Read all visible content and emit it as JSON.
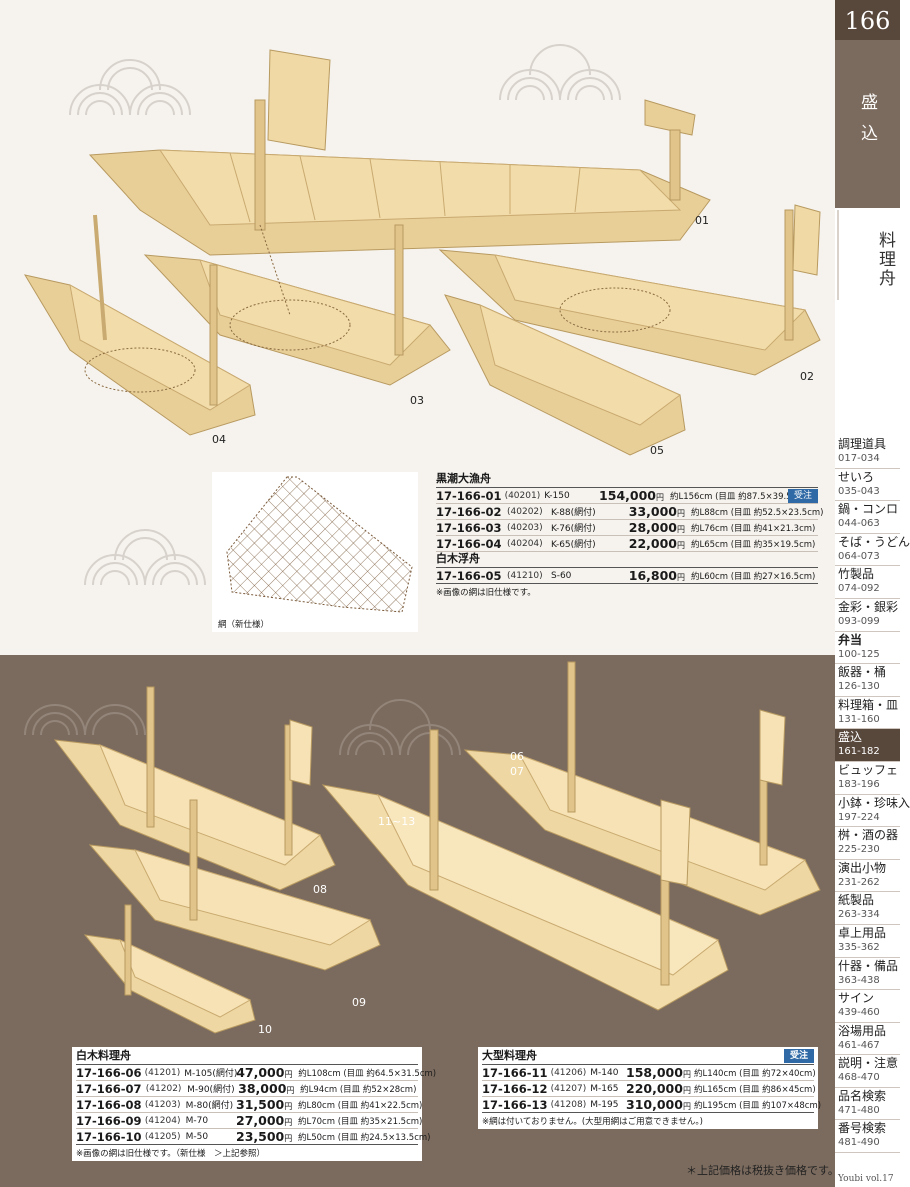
{
  "page": {
    "number": "166",
    "section": "盛込",
    "subsection": "料理舟",
    "footer": "Youbi vol.17"
  },
  "index": [
    {
      "name": "調理道具",
      "range": "017-034"
    },
    {
      "name": "せいろ",
      "range": "035-043"
    },
    {
      "name": "鍋・コンロ",
      "range": "044-063"
    },
    {
      "name": "そば・うどん",
      "range": "064-073"
    },
    {
      "name": "竹製品",
      "range": "074-092"
    },
    {
      "name": "金彩・銀彩",
      "range": "093-099"
    },
    {
      "name": "弁当",
      "range": "100-125"
    },
    {
      "name": "飯器・桶",
      "range": "126-130"
    },
    {
      "name": "料理箱・皿",
      "range": "131-160"
    },
    {
      "name": "盛込",
      "range": "161-182"
    },
    {
      "name": "ビュッフェ",
      "range": "183-196"
    },
    {
      "name": "小鉢・珍味入",
      "range": "197-224"
    },
    {
      "name": "桝・酒の器",
      "range": "225-230"
    },
    {
      "name": "演出小物",
      "range": "231-262"
    },
    {
      "name": "紙製品",
      "range": "263-334"
    },
    {
      "name": "卓上用品",
      "range": "335-362"
    },
    {
      "name": "什器・備品",
      "range": "363-438"
    },
    {
      "name": "サイン",
      "range": "439-460"
    },
    {
      "name": "浴場用品",
      "range": "461-467"
    },
    {
      "name": "説明・注意",
      "range": "468-470"
    },
    {
      "name": "品名検索",
      "range": "471-480"
    },
    {
      "name": "番号検索",
      "range": "481-490"
    }
  ],
  "labels_top": {
    "l01": "01",
    "l02": "02",
    "l03": "03",
    "l04": "04",
    "l05": "05"
  },
  "labels_bottom": {
    "l0607": "06\n07",
    "l08": "08",
    "l09": "09",
    "l10": "10",
    "l1113": "11~13"
  },
  "net_caption": "網（新仕様）",
  "table_top": {
    "title1": "黒潮大漁舟",
    "badge": "受注",
    "rows1": [
      {
        "code": "17-166-01",
        "jan": "(40201)",
        "model": "K-150",
        "price": "154,000",
        "size": "約L156cm (目皿 約87.5×39.5cm)"
      },
      {
        "code": "17-166-02",
        "jan": "(40202)",
        "model": "K-88(網付)",
        "price": "33,000",
        "size": "約L88cm (目皿 約52.5×23.5cm)"
      },
      {
        "code": "17-166-03",
        "jan": "(40203)",
        "model": "K-76(網付)",
        "price": "28,000",
        "size": "約L76cm (目皿 約41×21.3cm)"
      },
      {
        "code": "17-166-04",
        "jan": "(40204)",
        "model": "K-65(網付)",
        "price": "22,000",
        "size": "約L65cm (目皿 約35×19.5cm)"
      }
    ],
    "title2": "白木浮舟",
    "rows2": [
      {
        "code": "17-166-05",
        "jan": "(41210)",
        "model": "S-60",
        "price": "16,800",
        "size": "約L60cm (目皿 約27×16.5cm)"
      }
    ],
    "note": "※画像の網は旧仕様です。"
  },
  "table_bl": {
    "title": "白木料理舟",
    "rows": [
      {
        "code": "17-166-06",
        "jan": "(41201)",
        "model": "M-105(網付)",
        "price": "47,000",
        "size": "約L108cm (目皿 約64.5×31.5cm)"
      },
      {
        "code": "17-166-07",
        "jan": "(41202)",
        "model": "M-90(網付)",
        "price": "38,000",
        "size": "約L94cm (目皿 約52×28cm)"
      },
      {
        "code": "17-166-08",
        "jan": "(41203)",
        "model": "M-80(網付)",
        "price": "31,500",
        "size": "約L80cm (目皿 約41×22.5cm)"
      },
      {
        "code": "17-166-09",
        "jan": "(41204)",
        "model": "M-70",
        "price": "27,000",
        "size": "約L70cm (目皿 約35×21.5cm)"
      },
      {
        "code": "17-166-10",
        "jan": "(41205)",
        "model": "M-50",
        "price": "23,500",
        "size": "約L50cm (目皿 約24.5×13.5cm)"
      }
    ],
    "note": "※画像の網は旧仕様です。（新仕様　＞上記参照）"
  },
  "table_br": {
    "title": "大型料理舟",
    "badge": "受注",
    "rows": [
      {
        "code": "17-166-11",
        "jan": "(41206)",
        "model": "M-140",
        "price": "158,000",
        "size": "約L140cm (目皿 約72×40cm)"
      },
      {
        "code": "17-166-12",
        "jan": "(41207)",
        "model": "M-165",
        "price": "220,000",
        "size": "約L165cm (目皿 約86×45cm)"
      },
      {
        "code": "17-166-13",
        "jan": "(41208)",
        "model": "M-195",
        "price": "310,000",
        "size": "約L195cm (目皿 約107×48cm)"
      }
    ],
    "note": "※網は付いておりません。(大型用網はご用意できません。)"
  },
  "yen": "円",
  "tax_note": "＊上記価格は税抜き価格です。"
}
